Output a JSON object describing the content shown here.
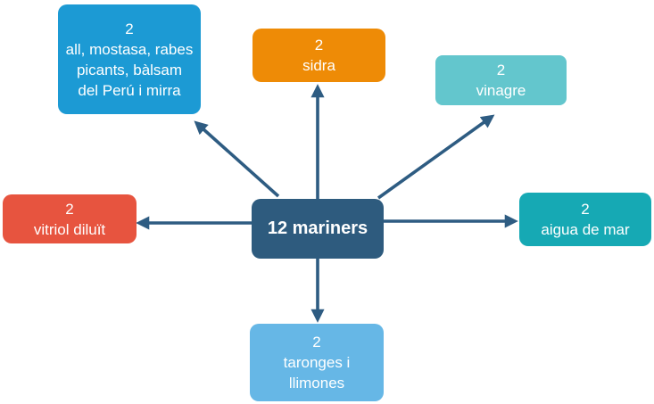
{
  "diagram": {
    "type": "radial-diagram",
    "background_color": "#ffffff",
    "arrow_color": "#2e5c82",
    "text_color": "#ffffff",
    "center": {
      "label": "12 mariners",
      "color": "#2e5b7e"
    },
    "nodes": [
      {
        "id": "garlic",
        "value": "2",
        "label": "all, mostasa, rabes picants, bàlsam del Perú i mirra",
        "color": "#1c9ad4",
        "position": "top-left"
      },
      {
        "id": "sidra",
        "value": "2",
        "label": "sidra",
        "color": "#ee8b06",
        "position": "top"
      },
      {
        "id": "vinagre",
        "value": "2",
        "label": "vinagre",
        "color": "#63c6cd",
        "position": "top-right"
      },
      {
        "id": "vitriol",
        "value": "2",
        "label": "vitriol diluït",
        "color": "#e7543f",
        "position": "left"
      },
      {
        "id": "aigua",
        "value": "2",
        "label": "aigua de mar",
        "color": "#16a9b4",
        "position": "right"
      },
      {
        "id": "taronges",
        "value": "2",
        "label": "taronges i llimones",
        "color": "#66b7e6",
        "position": "bottom"
      }
    ]
  }
}
